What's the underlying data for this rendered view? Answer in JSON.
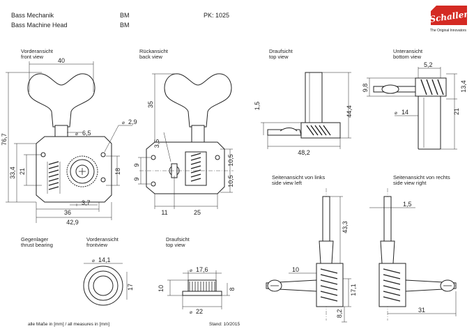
{
  "header": {
    "title_de": "Bass Mechanik",
    "title_en": "Bass Machine Head",
    "code1": "BM",
    "code2": "BM",
    "pk": "PK: 1025",
    "brand": "Schaller",
    "brand_tagline": "The Original Innovators"
  },
  "views": {
    "front_de": "Vorderansicht",
    "front_en": "front view",
    "back_de": "Rückansicht",
    "back_en": "back view",
    "top_de": "Draufsicht",
    "top_en": "top view",
    "bottom_de": "Unteransicht",
    "bottom_en": "bottom view",
    "left_de": "Seitenansicht von links",
    "left_en": "side view left",
    "right_de": "Seitenansicht von rechts",
    "right_en": "side view right",
    "thrust_de": "Gegenlager",
    "thrust_en": "thrust bearing",
    "thrust_front_de": "Vorderansicht",
    "thrust_front_en": "frontview",
    "thrust_top_de": "Draufsicht",
    "thrust_top_en": "top view"
  },
  "dims": {
    "front": {
      "w40": "40",
      "h76_7": "76,7",
      "d6_5": "6,5",
      "d2_9": "2,9",
      "h33_4": "33,4",
      "h21": "21",
      "h18": "18",
      "w3_7": "3,7",
      "w36": "36",
      "w42_9": "42,9"
    },
    "back": {
      "h35": "35",
      "h3_5": "3,5",
      "h9a": "9",
      "h9b": "9",
      "h10_5a": "10,5",
      "h10_5b": "10,5",
      "w11": "11",
      "w25": "25"
    },
    "top": {
      "h1_5": "1,5",
      "h44_4": "44,4",
      "w48_2": "48,2"
    },
    "bottom": {
      "w5_2": "5,2",
      "h9_8": "9,8",
      "h13_4": "13,4",
      "d14": "14",
      "h21": "21"
    },
    "left": {
      "h43_3": "43,3",
      "w10": "10",
      "h17_1": "17,1",
      "h8_2": "8,2"
    },
    "right": {
      "w1_5": "1,5",
      "w31": "31"
    },
    "thrust": {
      "d14_1": "14,1",
      "d17": "17",
      "d17_6": "17,6",
      "h10": "10",
      "h8": "8",
      "d22": "22"
    }
  },
  "footer": {
    "note": "alle Maße in [mm] / all measures in [mm]",
    "date": "Stand: 10/2015"
  }
}
